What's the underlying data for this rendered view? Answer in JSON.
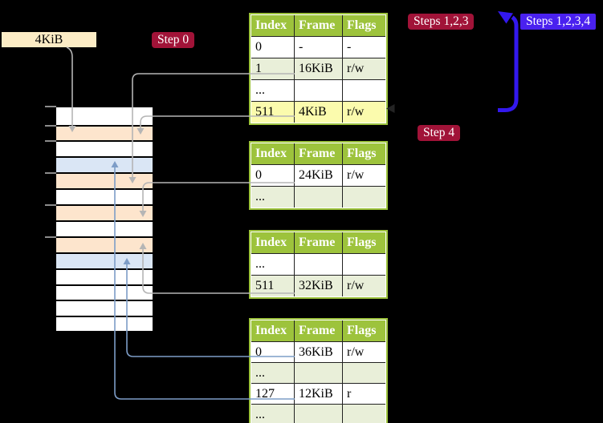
{
  "colors": {
    "background": "#000000",
    "table_green": "#9dc33c",
    "row_green": "#e9efd9",
    "row_yellow": "#fbfbad",
    "cell_white": "#ffffff",
    "strip_page_table": "#fde5cd",
    "strip_page": "#dae6f5",
    "strip_free": "#ffffff",
    "label_crimson": "#a11338",
    "label_blue": "#4a21ef",
    "arrow_gray": "#b5b5b5",
    "arrow_blue": "#7d9dc7",
    "big_arrow_blue": "#3318ee",
    "tan_box": "#fcecc5",
    "tick_gray": "#8c8c8c"
  },
  "labels": {
    "page_size_box": "4KiB",
    "step0": "Step 0",
    "steps_123": "Steps 1,2,3",
    "steps_1234": "Steps 1,2,3,4",
    "step4": "Step 4"
  },
  "table_headers": [
    "Index",
    "Frame",
    "Flags"
  ],
  "page_tables": [
    {
      "name": "page-table-top",
      "rows": [
        {
          "index": "0",
          "frame": "-",
          "flags": "-",
          "bg": "white"
        },
        {
          "index": "1",
          "frame": "16KiB",
          "flags": "r/w",
          "bg": "green"
        },
        {
          "index": "...",
          "frame": "",
          "flags": "",
          "bg": "white"
        },
        {
          "index": "511",
          "frame": "4KiB",
          "flags": "r/w",
          "bg": "yellow"
        }
      ]
    },
    {
      "name": "page-table-second",
      "rows": [
        {
          "index": "0",
          "frame": "24KiB",
          "flags": "r/w",
          "bg": "white"
        },
        {
          "index": "...",
          "frame": "",
          "flags": "",
          "bg": "green"
        }
      ]
    },
    {
      "name": "page-table-third",
      "rows": [
        {
          "index": "...",
          "frame": "",
          "flags": "",
          "bg": "white"
        },
        {
          "index": "511",
          "frame": "32KiB",
          "flags": "r/w",
          "bg": "green"
        }
      ]
    },
    {
      "name": "page-table-bottom",
      "rows": [
        {
          "index": "0",
          "frame": "36KiB",
          "flags": "r/w",
          "bg": "white"
        },
        {
          "index": "...",
          "frame": "",
          "flags": "",
          "bg": "green"
        },
        {
          "index": "127",
          "frame": "12KiB",
          "flags": "r",
          "bg": "white"
        },
        {
          "index": "...",
          "frame": "",
          "flags": "",
          "bg": "green"
        }
      ]
    }
  ],
  "memory_strip": {
    "rows": [
      "free",
      "page_table",
      "free",
      "page",
      "page_table",
      "free",
      "page_table",
      "free",
      "page_table",
      "page",
      "free",
      "free",
      "free",
      "free"
    ]
  }
}
